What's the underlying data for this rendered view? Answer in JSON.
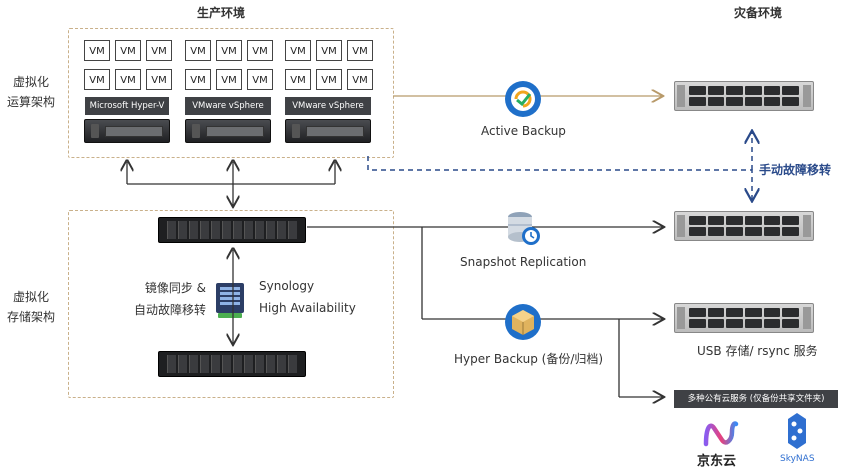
{
  "titles": {
    "production": "生产环境",
    "disaster": "灾备环境"
  },
  "side_labels": {
    "virtual_compute": [
      "虚拟化",
      "运算架构"
    ],
    "virtual_storage": [
      "虚拟化",
      "存储架构"
    ]
  },
  "vm_label": "VM",
  "hypervisors": [
    "Microsoft Hyper-V",
    "VMware vSphere",
    "VMware vSphere"
  ],
  "flows": {
    "active_backup": "Active Backup",
    "manual_failover": "手动故障移转",
    "snapshot_replication": "Snapshot Replication",
    "hyper_backup": "Hyper Backup (备份/归档)",
    "usb_rsync": "USB 存储/ rsync 服务"
  },
  "ha": {
    "sync": [
      "镜像同步 &",
      "自动故障移转"
    ],
    "name": [
      "Synology",
      "High Availability"
    ]
  },
  "cloud": {
    "header": "多种公有云服务 (仅备份共享文件夹)",
    "providers": [
      {
        "name": "京东云",
        "icon": "jdcloud-logo"
      },
      {
        "name": "SkyNAS",
        "icon": "skynas-logo"
      }
    ]
  },
  "colors": {
    "dash": "#c9b08a",
    "arrow_gold": "#b89a6a",
    "arrow_dark": "#333333",
    "failover_blue": "#2a4a8a"
  }
}
